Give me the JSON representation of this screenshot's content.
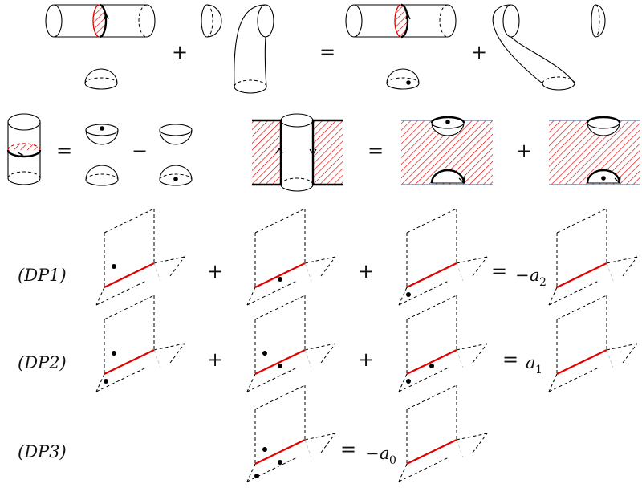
{
  "operators": {
    "plus": "+",
    "equals": "=",
    "minus": "−"
  },
  "relations": [
    {
      "label": "(DP1)",
      "coef_sign": "−",
      "coef_var": "a",
      "coef_sub": "2"
    },
    {
      "label": "(DP2)",
      "coef_sign": "",
      "coef_var": "a",
      "coef_sub": "1"
    },
    {
      "label": "(DP3)",
      "coef_sign": "−",
      "coef_var": "a",
      "coef_sub": "0"
    }
  ],
  "colors": {
    "seam": "#e00000",
    "hatch": "#e00000",
    "boundary": "#7a8fb0",
    "ink": "#000000"
  }
}
